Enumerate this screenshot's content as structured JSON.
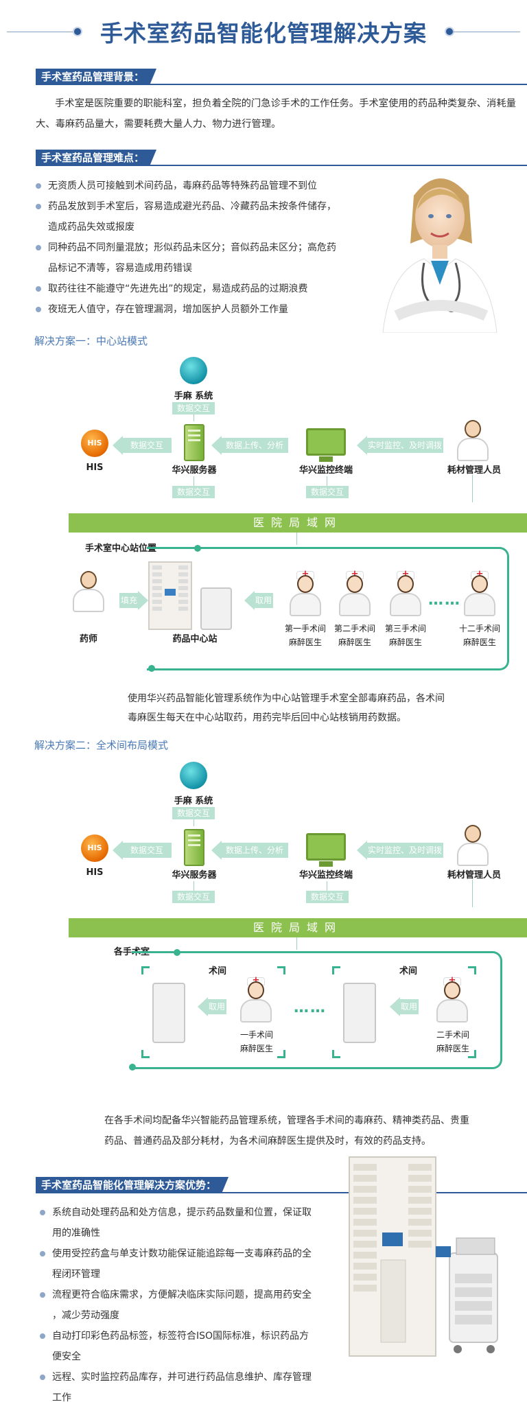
{
  "page": {
    "title": "手术室药品智能化管理解决方案"
  },
  "background": {
    "heading": "手术室药品管理背景：",
    "text": "手术室是医院重要的职能科室，担负着全院的门急诊手术的工作任务。手术室使用的药品种类复杂、消耗量大、毒麻药品量大，需要耗费大量人力、物力进行管理。"
  },
  "difficulty": {
    "heading": "手术室药品管理难点：",
    "items": [
      {
        "line1": "无资质人员可接触到术间药品，毒麻药品等特殊药品管理不到位",
        "line2": ""
      },
      {
        "line1": "药品发放到手术室后，容易造成避光药品、冷藏药品未按条件储存，",
        "line2": "造成药品失效或报废"
      },
      {
        "line1": "同种药品不同剂量混放；形似药品未区分；音似药品未区分；高危药",
        "line2": "品标记不清等，容易造成用药错误"
      },
      {
        "line1": "取药往往不能遵守“先进先出”的规定，易造成药品的过期浪费",
        "line2": ""
      },
      {
        "line1": "夜班无人值守，存在管理漏洞，增加医护人员额外工作量",
        "line2": ""
      }
    ]
  },
  "scheme1": {
    "title": "解决方案一：中心站模式",
    "top": {
      "anesthesia": "手麻 系统",
      "his": "HIS",
      "server": "华兴服务器",
      "terminal": "华兴监控终端",
      "manager": "耗材管理人员",
      "tag_exchange_top": "数据交互",
      "tag_exchange_left": "数据交互",
      "tag_upload": "数据上传、分析",
      "tag_monitor": "实时监控、及时调拨",
      "tag_exchange_down1": "数据交互",
      "tag_exchange_down2": "数据交互",
      "his_icon": "HIS"
    },
    "lan": "医院局域网",
    "location": "手术室中心站位置",
    "pharmacist": "药师",
    "fill": "填充",
    "station": "药品中心站",
    "take": "取用",
    "doctors": [
      {
        "room": "第一手术间",
        "role": "麻醉医生"
      },
      {
        "room": "第二手术间",
        "role": "麻醉医生"
      },
      {
        "room": "第三手术间",
        "role": "麻醉医生"
      },
      {
        "room": "十二手术间",
        "role": "麻醉医生"
      }
    ],
    "dots": "……",
    "desc_line1": "使用华兴药品智能化管理系统作为中心站管理手术室全部毒麻药品，各术间",
    "desc_line2": "毒麻医生每天在中心站取药，用药完毕后回中心站核销用药数据。"
  },
  "scheme2": {
    "title": "解决方案二：全术间布局模式",
    "top": {
      "anesthesia": "手麻 系统",
      "his": "HIS",
      "server": "华兴服务器",
      "terminal": "华兴监控终端",
      "manager": "耗材管理人员",
      "tag_exchange_top": "数据交互",
      "tag_exchange_left": "数据交互",
      "tag_upload": "数据上传、分析",
      "tag_monitor": "实时监控、及时调拨",
      "tag_exchange_down1": "数据交互",
      "tag_exchange_down2": "数据交互",
      "his_icon": "HIS"
    },
    "lan": "医院局域网",
    "rooms_label": "各手术室",
    "room_a_label": "术间",
    "room_b_label": "术间",
    "take_a": "取用",
    "take_b": "取用",
    "doc_a_room": "一手术间",
    "doc_a_role": "麻醉医生",
    "doc_b_room": "二手术间",
    "doc_b_role": "麻醉医生",
    "dots": "……",
    "desc_line1": "在各手术间均配备华兴智能药品管理系统，管理各手术间的毒麻药、精神类药品、贵重",
    "desc_line2": "药品、普通药品及部分耗材，为各术间麻醉医生提供及时，有效的药品支持。"
  },
  "advantages": {
    "heading": "手术室药品智能化管理解决方案优势：",
    "items": [
      {
        "line1": "系统自动处理药品和处方信息，提示药品数量和位置，保证取",
        "line2": "用的准确性"
      },
      {
        "line1": "使用受控药盒与单支计数功能保证能追踪每一支毒麻药品的全",
        "line2": "程闭环管理"
      },
      {
        "line1": "流程更符合临床需求，方便解决临床实际问题，提高用药安全",
        "line2": "，减少劳动强度"
      },
      {
        "line1": "自动打印彩色药品标签，标签符合ISO国际标准，标识药品方",
        "line2": "便安全"
      },
      {
        "line1": "远程、实时监控药品库存，并可进行药品信息维护、库存管理",
        "line2": "工作"
      }
    ]
  },
  "colors": {
    "brand_blue": "#2e5a97",
    "lan_green": "#8dc14f",
    "flow_green": "#39b38f",
    "tag_teal": "#b9e2d3"
  }
}
